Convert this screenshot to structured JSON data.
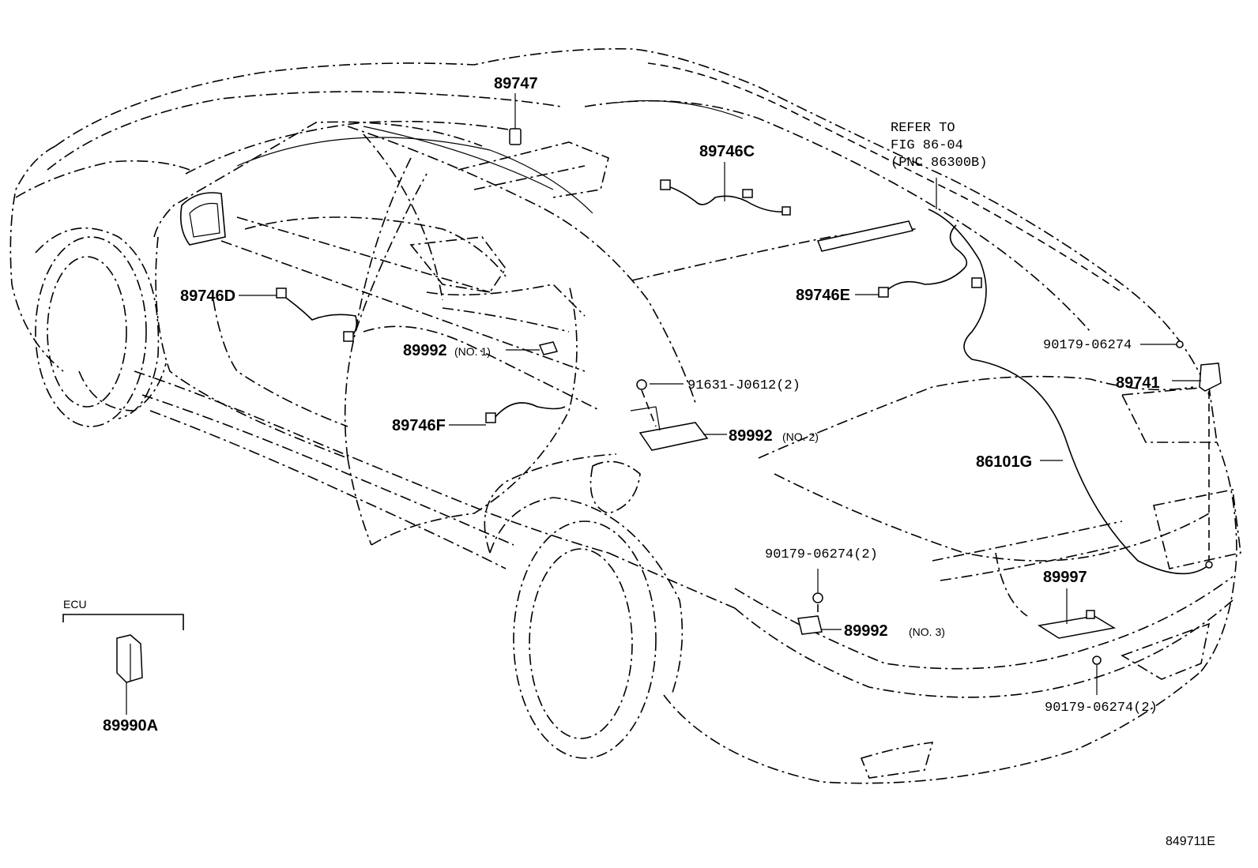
{
  "labels": {
    "p89747": "89747",
    "p89746C": "89746C",
    "p89746D": "89746D",
    "p89746E": "89746E",
    "p89746F": "89746F",
    "p89992_1": "89992",
    "p89992_1_note": "(NO. 1)",
    "p89992_2": "89992",
    "p89992_2_note": "(NO. 2)",
    "p89992_3": "89992",
    "p89992_3_note": "(NO. 3)",
    "p91631": "91631-J0612(2)",
    "p90179_a": "90179-06274",
    "p90179_b": "90179-06274(2)",
    "p90179_c": "90179-06274(2)",
    "p89741": "89741",
    "p86101G": "86101G",
    "p89997": "89997",
    "p89990A": "89990A",
    "ecu": "ECU",
    "refer_line1": "REFER TO",
    "refer_line2": "FIG 86-04",
    "refer_line3": "(PNC 86300B)",
    "figure_code": "849711E"
  }
}
